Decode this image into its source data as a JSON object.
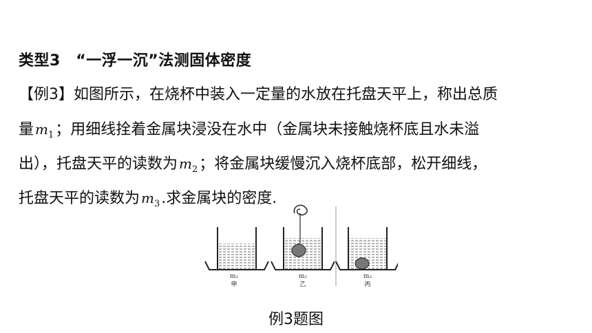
{
  "title": "类型3　“一浮一沉”法测固体密度",
  "problem": {
    "lines": [
      {
        "pre": "【例3】如图所示，在烧杯中装入一定量的水放在托盘天平上，称出总质",
        "sym": "",
        "sub": "",
        "post": ""
      },
      {
        "pre": "量",
        "sym": "m",
        "sub": "1",
        "post": "；用细线拴着金属块浸没在水中（金属块未接触烧杯底且水未溢"
      },
      {
        "pre": "出），托盘天平的读数为",
        "sym": "m",
        "sub": "2",
        "post": "；将金属块缓慢沉入烧杯底部，松开细线，"
      },
      {
        "pre": "托盘天平的读数为",
        "sym": "m",
        "sub": "3",
        "post": ".求金属块的密度."
      }
    ]
  },
  "figure": {
    "panels": [
      {
        "mass_label": "m₁",
        "name": "甲"
      },
      {
        "mass_label": "m₂",
        "name": "乙"
      },
      {
        "mass_label": "m₃",
        "name": "丙"
      }
    ]
  },
  "caption": "例3题图"
}
